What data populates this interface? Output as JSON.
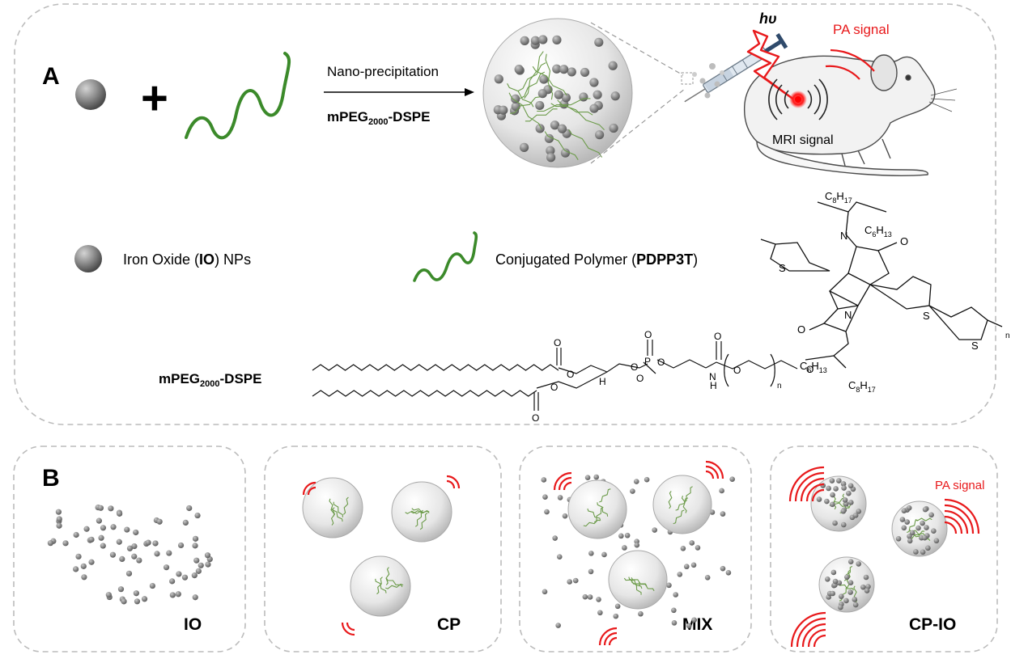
{
  "panel_a": {
    "label": "A",
    "plus": "+",
    "arrow_top": "Nano-precipitation",
    "arrow_bottom": {
      "pre": "mPEG",
      "sub": "2000",
      "post": "-DSPE"
    },
    "hv": "hυ",
    "pa_signal": "PA signal",
    "mri_signal": "MRI signal",
    "legend_io": {
      "pre": "Iron Oxide (",
      "bold": "IO",
      "post": ") NPs"
    },
    "legend_cp": {
      "pre": "Conjugated Polymer (",
      "bold": "PDPP3T",
      "post": ")"
    },
    "pdpp3t": {
      "c8h17": {
        "a": "C",
        "b": "8",
        "c": "H",
        "d": "17"
      },
      "c6h13": {
        "a": "C",
        "b": "6",
        "c": "H",
        "d": "13"
      },
      "o": "O",
      "s": "S",
      "n": "N",
      "sub_n": "n"
    },
    "dspe_label": {
      "pre": "mPEG",
      "sub": "2000",
      "post": "-DSPE"
    },
    "dspe": {
      "o": "O",
      "p": "P",
      "h": "H",
      "n": "N",
      "sub_n": "n"
    }
  },
  "panel_b": {
    "label": "B",
    "boxes": [
      "IO",
      "CP",
      "MIX",
      "CP-IO"
    ],
    "pa_signal": "PA signal"
  },
  "colors": {
    "signal_red": "#e8191b",
    "polymer_green": "#3b8a2a",
    "border_gray": "#b8b8b8",
    "np_gray": "#7a7a7a"
  }
}
